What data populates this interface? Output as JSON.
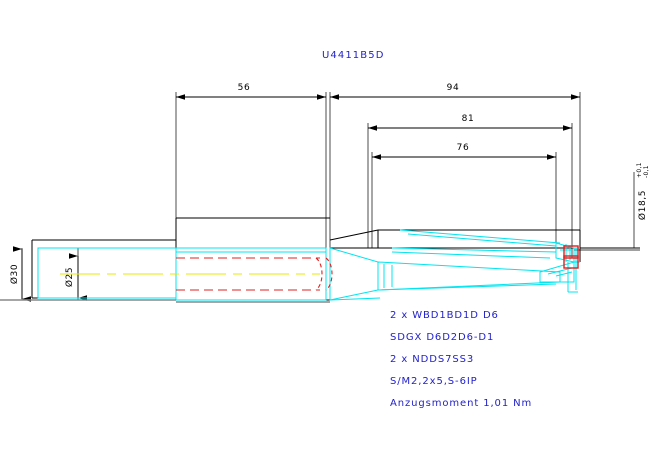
{
  "drawing": {
    "title": "U4411B5D",
    "title_color": "#2222cc",
    "line_color_outline": "#000000",
    "line_color_body": "#00e5f0",
    "line_color_hidden": "#e02020",
    "line_color_center": "#e8e800"
  },
  "dimensions": {
    "shank_length": "56",
    "overall_length": "94",
    "flute_plus_length": "81",
    "flute_length": "76",
    "shank_diameter": "Ø30",
    "neck_diameter": "Ø25",
    "cutting_diameter": "Ø18,5",
    "cutting_tol_upper": "+0,1",
    "cutting_tol_lower": "-0,1"
  },
  "notes": {
    "lines": [
      "2 x WBD1BD1D D6",
      "SDGX D6D2D6-D1",
      "2 x NDDS7SS3",
      "S/M2,2x5,S-6IP",
      "Anzugsmoment 1,01 Nm"
    ]
  }
}
